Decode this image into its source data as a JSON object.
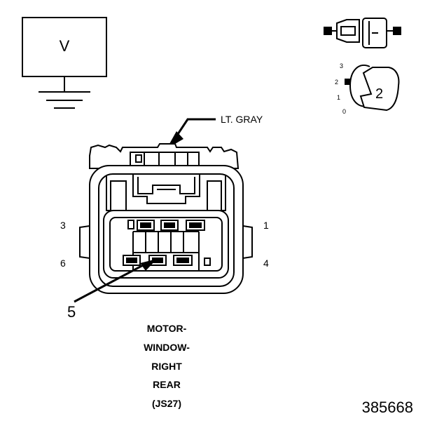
{
  "meter": {
    "label": "V"
  },
  "wire_color": {
    "label": "LT. GRAY"
  },
  "switch_icon": {
    "digit": "2",
    "positions": [
      "3",
      "2",
      "1",
      "0"
    ]
  },
  "pins": {
    "p1": "1",
    "p3": "3",
    "p4": "4",
    "p6": "6",
    "p5": "5"
  },
  "caption": {
    "lines": [
      "MOTOR-",
      "WINDOW-",
      "RIGHT",
      "REAR",
      "(JS27)"
    ]
  },
  "figure_id": "385668",
  "colors": {
    "line": "#000000",
    "background": "#ffffff"
  }
}
